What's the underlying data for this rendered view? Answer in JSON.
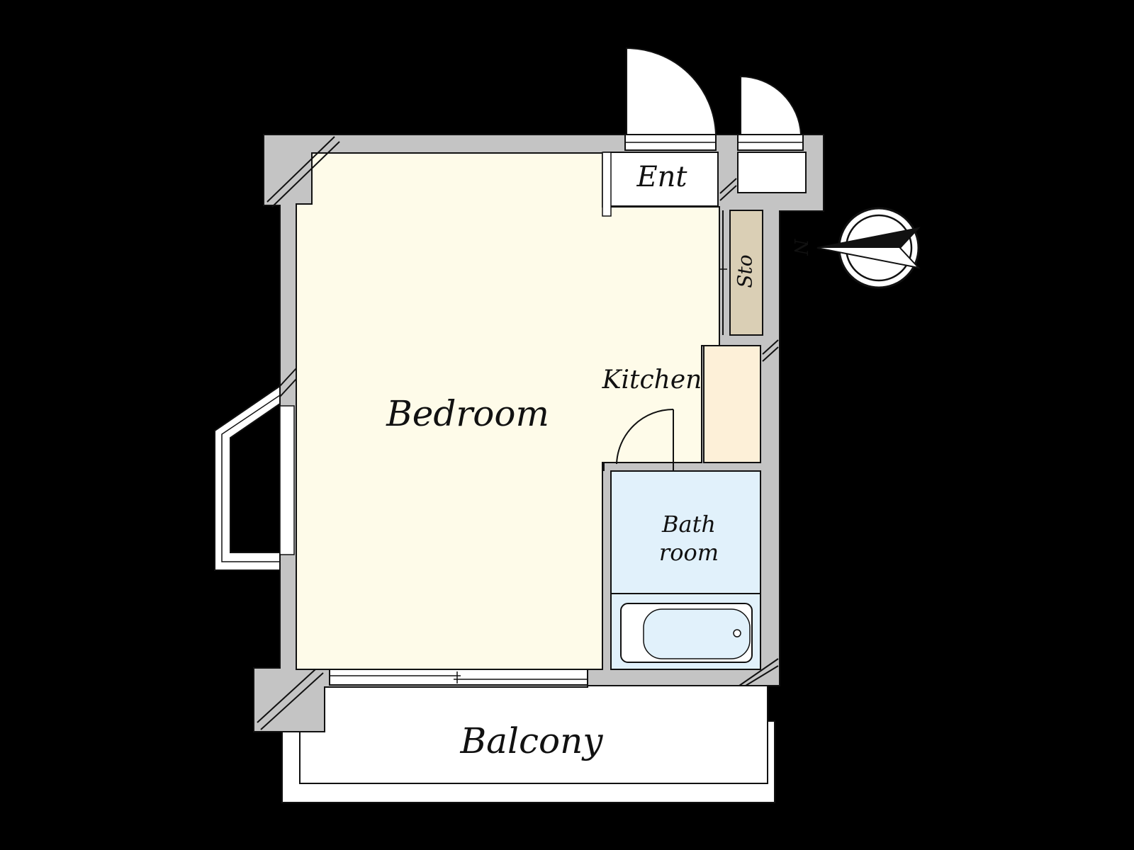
{
  "colors": {
    "background": "#000000",
    "wall": "#c4c4c4",
    "bedroom_floor": "#fefbe9",
    "kitchen_floor": "#fdf0d8",
    "storage_floor": "#dacfb5",
    "bathroom_floor": "#e1f1fb",
    "line": "#111111",
    "white": "#ffffff"
  },
  "rooms": {
    "entrance": "Ent",
    "storage": "Sto",
    "kitchen": "Kitchen",
    "bedroom": "Bedroom",
    "bathroom_line1": "Bath",
    "bathroom_line2": "room",
    "balcony": "Balcony"
  },
  "compass": {
    "label": "N",
    "icon": "compass-north-arrow-icon"
  }
}
